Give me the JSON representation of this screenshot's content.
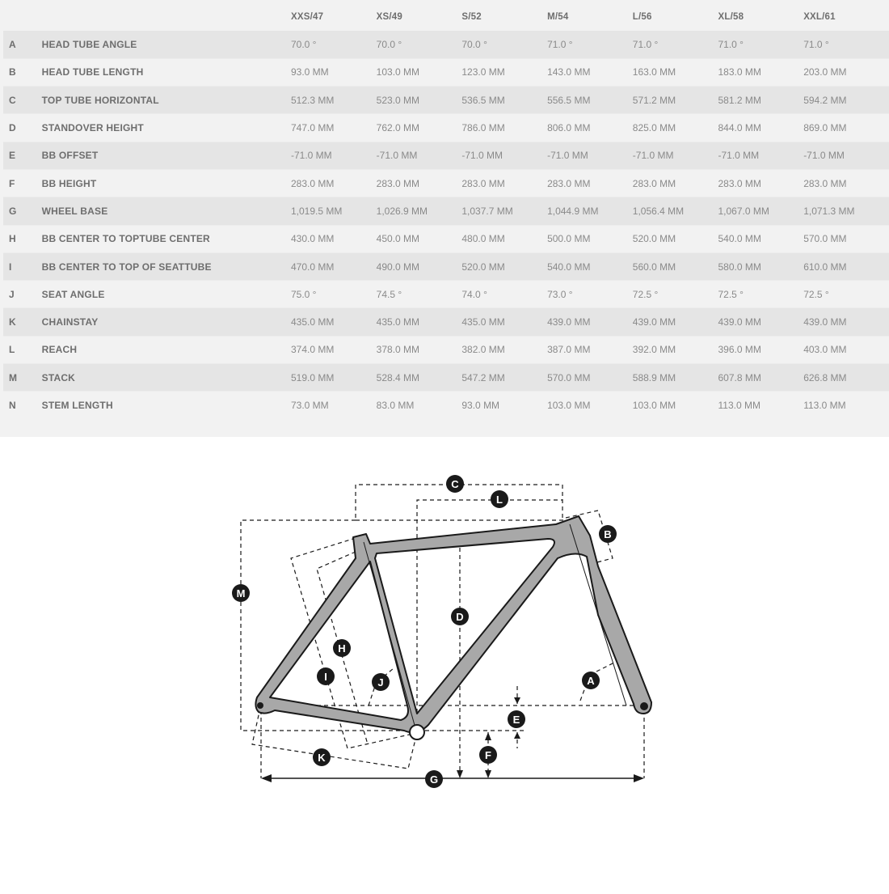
{
  "table": {
    "sizes": [
      "XXS/47",
      "XS/49",
      "S/52",
      "M/54",
      "L/56",
      "XL/58",
      "XXL/61"
    ],
    "rows": [
      {
        "code": "A",
        "label": "HEAD TUBE ANGLE",
        "values": [
          "70.0 °",
          "70.0 °",
          "70.0 °",
          "71.0 °",
          "71.0 °",
          "71.0 °",
          "71.0 °"
        ]
      },
      {
        "code": "B",
        "label": "HEAD TUBE LENGTH",
        "values": [
          "93.0 MM",
          "103.0 MM",
          "123.0 MM",
          "143.0 MM",
          "163.0 MM",
          "183.0 MM",
          "203.0 MM"
        ]
      },
      {
        "code": "C",
        "label": "TOP TUBE HORIZONTAL",
        "values": [
          "512.3 MM",
          "523.0 MM",
          "536.5 MM",
          "556.5 MM",
          "571.2 MM",
          "581.2 MM",
          "594.2 MM"
        ]
      },
      {
        "code": "D",
        "label": "STANDOVER HEIGHT",
        "values": [
          "747.0 MM",
          "762.0 MM",
          "786.0 MM",
          "806.0 MM",
          "825.0 MM",
          "844.0 MM",
          "869.0 MM"
        ]
      },
      {
        "code": "E",
        "label": "BB OFFSET",
        "values": [
          "-71.0 MM",
          "-71.0 MM",
          "-71.0 MM",
          "-71.0 MM",
          "-71.0 MM",
          "-71.0 MM",
          "-71.0 MM"
        ]
      },
      {
        "code": "F",
        "label": "BB HEIGHT",
        "values": [
          "283.0 MM",
          "283.0 MM",
          "283.0 MM",
          "283.0 MM",
          "283.0 MM",
          "283.0 MM",
          "283.0 MM"
        ]
      },
      {
        "code": "G",
        "label": "WHEEL BASE",
        "values": [
          "1,019.5 MM",
          "1,026.9 MM",
          "1,037.7 MM",
          "1,044.9 MM",
          "1,056.4 MM",
          "1,067.0 MM",
          "1,071.3 MM"
        ]
      },
      {
        "code": "H",
        "label": "BB CENTER TO TOPTUBE CENTER",
        "values": [
          "430.0 MM",
          "450.0 MM",
          "480.0 MM",
          "500.0 MM",
          "520.0 MM",
          "540.0 MM",
          "570.0 MM"
        ]
      },
      {
        "code": "I",
        "label": "BB CENTER TO TOP OF SEATTUBE",
        "values": [
          "470.0 MM",
          "490.0 MM",
          "520.0 MM",
          "540.0 MM",
          "560.0 MM",
          "580.0 MM",
          "610.0 MM"
        ]
      },
      {
        "code": "J",
        "label": "SEAT ANGLE",
        "values": [
          "75.0 °",
          "74.5 °",
          "74.0 °",
          "73.0 °",
          "72.5 °",
          "72.5 °",
          "72.5 °"
        ]
      },
      {
        "code": "K",
        "label": "CHAINSTAY",
        "values": [
          "435.0 MM",
          "435.0 MM",
          "435.0 MM",
          "439.0 MM",
          "439.0 MM",
          "439.0 MM",
          "439.0 MM"
        ]
      },
      {
        "code": "L",
        "label": "REACH",
        "values": [
          "374.0 MM",
          "378.0 MM",
          "382.0 MM",
          "387.0 MM",
          "392.0 MM",
          "396.0 MM",
          "403.0 MM"
        ]
      },
      {
        "code": "M",
        "label": "STACK",
        "values": [
          "519.0 MM",
          "528.4 MM",
          "547.2 MM",
          "570.0 MM",
          "588.9 MM",
          "607.8 MM",
          "626.8 MM"
        ]
      },
      {
        "code": "N",
        "label": "STEM LENGTH",
        "values": [
          "73.0 MM",
          "83.0 MM",
          "93.0 MM",
          "103.0 MM",
          "103.0 MM",
          "113.0 MM",
          "113.0 MM"
        ]
      }
    ]
  },
  "diagram": {
    "frame_color": "#a8a8a8",
    "outline_color": "#1a1a1a",
    "badge_color": "#1a1a1a",
    "badges": {
      "A": "A",
      "B": "B",
      "C": "C",
      "D": "D",
      "E": "E",
      "F": "F",
      "G": "G",
      "H": "H",
      "I": "I",
      "J": "J",
      "K": "K",
      "L": "L",
      "M": "M"
    }
  }
}
